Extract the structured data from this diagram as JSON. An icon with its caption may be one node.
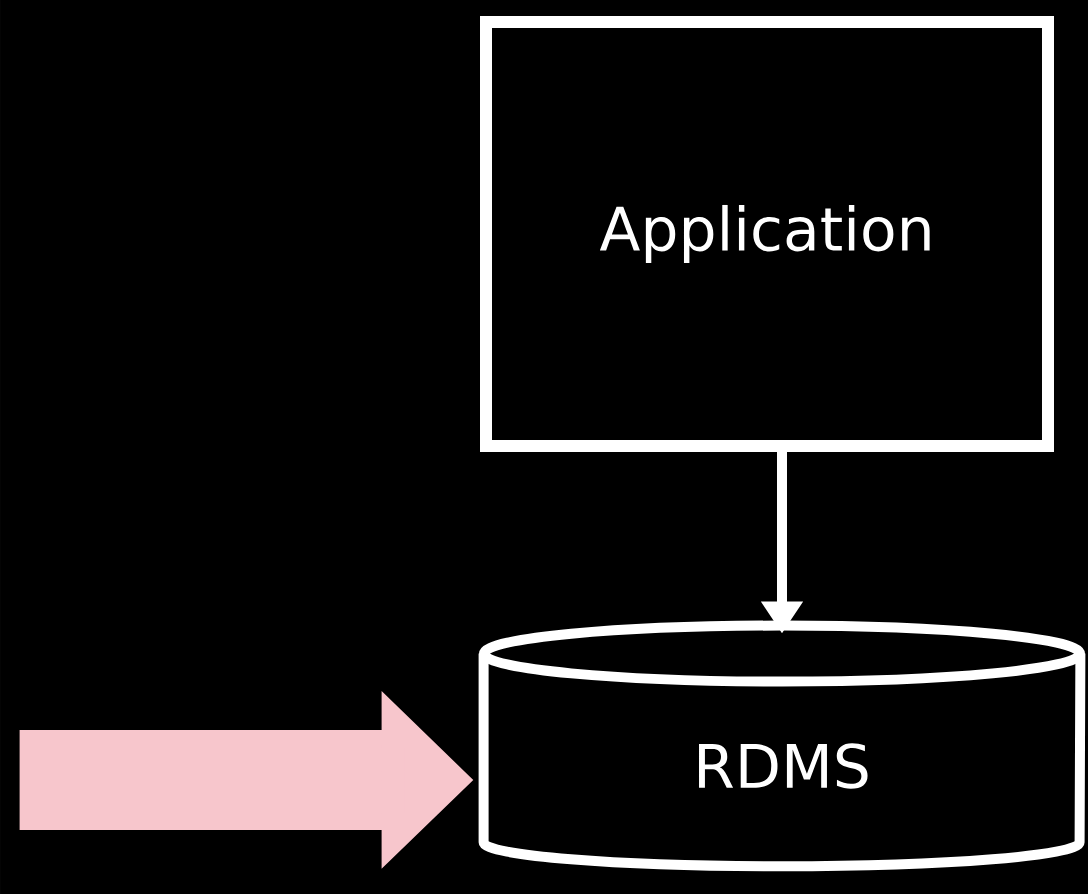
{
  "diagram": {
    "nodes": [
      {
        "text": [
          "Application"
        ]
      },
      {
        "text": [
          "RDMS"
        ]
      }
    ],
    "edges": [
      {
        "from": 0,
        "to": 1,
        "arrow": "to"
      },
      {
        "from": null,
        "to": 1,
        "arrow": "to",
        "style": "thick",
        "color": "#f7c6cc"
      }
    ]
  }
}
